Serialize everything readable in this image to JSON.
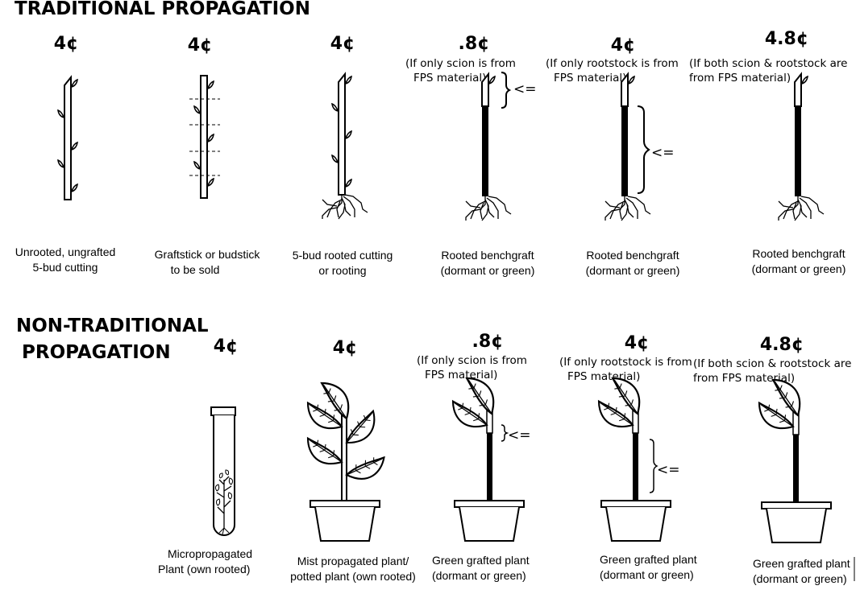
{
  "traditional": {
    "title": "TRADITIONAL PROPAGATION",
    "items": [
      {
        "price": "4¢",
        "note": [],
        "caption": [
          "Unrooted, ungrafted",
          "5-bud cutting"
        ]
      },
      {
        "price": "4¢",
        "note": [],
        "caption": [
          "Graftstick or budstick",
          "to be sold"
        ]
      },
      {
        "price": "4¢",
        "note": [],
        "caption": [
          "5-bud rooted cutting",
          "or rooting"
        ]
      },
      {
        "price": ".8¢",
        "note": [
          "(If only scion is from",
          "FPS material)"
        ],
        "caption": [
          "Rooted benchgraft",
          "(dormant or green)"
        ]
      },
      {
        "price": "4¢",
        "note": [
          "(If only rootstock is from",
          "FPS material)"
        ],
        "caption": [
          "Rooted benchgraft",
          "(dormant or green)"
        ]
      },
      {
        "price": "4.8¢",
        "note": [
          "(If both scion & rootstock are",
          "from  FPS  material)"
        ],
        "caption": [
          "Rooted benchgraft",
          "(dormant or green)"
        ]
      }
    ]
  },
  "non_traditional": {
    "title_line1": "NON-TRADITIONAL",
    "title_line2": "PROPAGATION",
    "items": [
      {
        "price": "4¢",
        "note": [],
        "caption": [
          "Micropropagated",
          "Plant (own rooted)"
        ]
      },
      {
        "price": "4¢",
        "note": [],
        "caption": [
          "Mist propagated plant/",
          "potted plant (own rooted)"
        ]
      },
      {
        "price": ".8¢",
        "note": [
          "(If only scion is from",
          "FPS material)"
        ],
        "caption": [
          "Green grafted plant",
          "(dormant or green)"
        ]
      },
      {
        "price": "4¢",
        "note": [
          "(If only rootstock is from",
          "FPS material)"
        ],
        "caption": [
          "Green grafted plant",
          "(dormant or green)"
        ]
      },
      {
        "price": "4.8¢",
        "note": [
          "(If both scion & rootstock are",
          "from  FPS  material)"
        ],
        "caption": [
          "Green grafted plant",
          "(dormant or green)"
        ]
      }
    ]
  },
  "bracket_label": "<="
}
